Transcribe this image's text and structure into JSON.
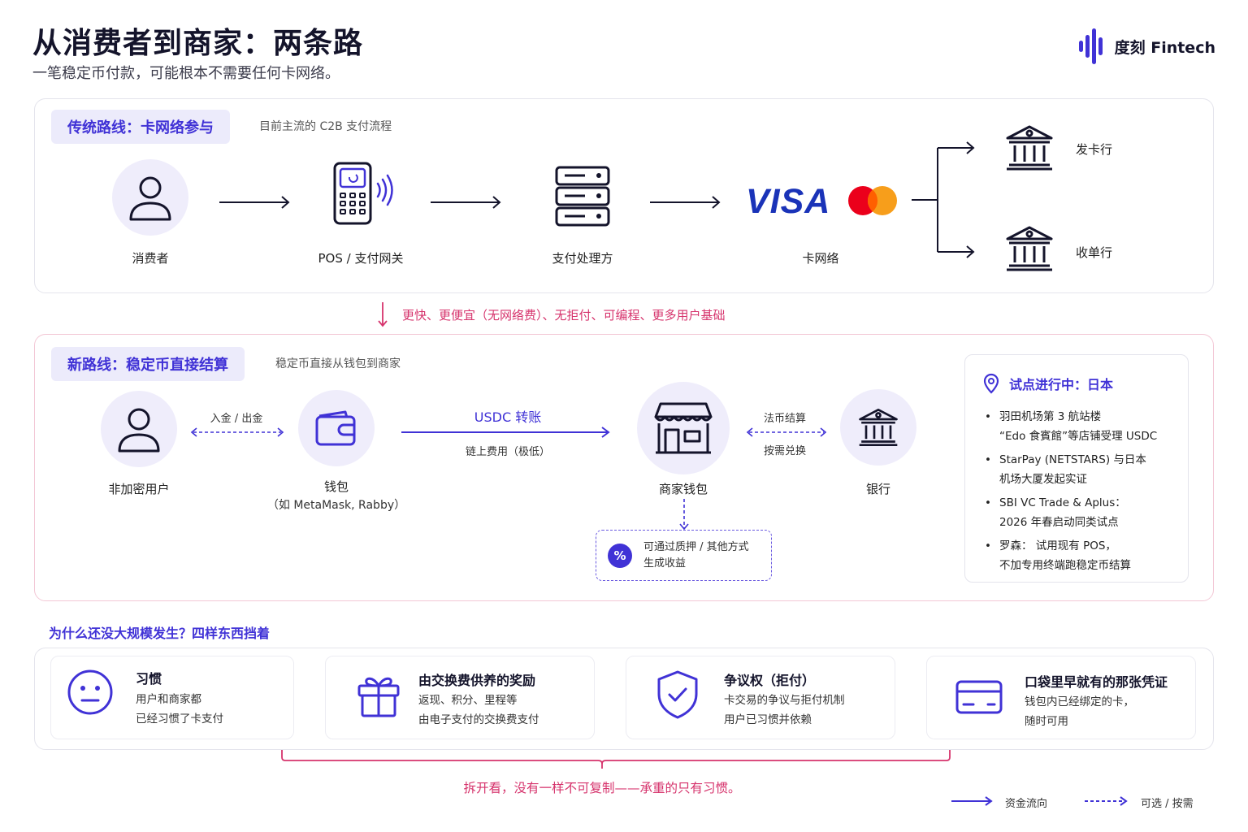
{
  "header": {
    "title": "从消费者到商家：两条路",
    "subtitle": "一笔稳定币付款，可能根本不需要任何卡网络。",
    "brand": "度刻 Fintech"
  },
  "traditional": {
    "tag": "传统路线：卡网络参与",
    "note": "目前主流的 C2B 支付流程",
    "nodes": {
      "consumer": "消费者",
      "pos": "POS / 支付网关",
      "processor": "支付处理方",
      "network": "卡网络"
    },
    "visa_logo": "VISA",
    "banks": {
      "issuer": "发卡行",
      "acquirer": "收单行"
    }
  },
  "transition": "更快、更便宜（无网络费）、无拒付、可编程、更多用户基础",
  "newroute": {
    "tag": "新路线：稳定币直接结算",
    "note": "稳定币直接从钱包到商家",
    "user": "非加密用户",
    "onramp": "入金 / 出金",
    "wallet": "钱包",
    "wallet_note": "（如 MetaMask, Rabby）",
    "transfer": "USDC 转账",
    "fee": "链上费用（极低）",
    "merchant": "商家钱包",
    "fiat": "法币结算",
    "exchange": "按需兑换",
    "bank": "银行",
    "yield": {
      "badge": "%",
      "line1": "可通过质押 / 其他方式",
      "line2": "生成收益"
    }
  },
  "pilot": {
    "title": "试点进行中：日本",
    "items": [
      {
        "l1": "羽田机场第 3 航站楼",
        "l2": "“Edo 食賓館”等店铺受理 USDC"
      },
      {
        "l1": "StarPay (NETSTARS) 与日本",
        "l2": "机场大厦发起实证"
      },
      {
        "l1": "SBI VC Trade & Aplus：",
        "l2": "2026 年春启动同类试点"
      },
      {
        "l1": "罗森： 试用现有 POS，",
        "l2": "不加专用终端跑稳定币结算"
      }
    ]
  },
  "barriers": {
    "heading": "为什么还没大规模发生？四样东西挡着",
    "cards": [
      {
        "title": "习惯",
        "l1": "用户和商家都",
        "l2": "已经习惯了卡支付"
      },
      {
        "title": "由交换费供养的奖励",
        "l1": "返现、积分、里程等",
        "l2": "由电子支付的交换费支付"
      },
      {
        "title": "争议权（拒付）",
        "l1": "卡交易的争议与拒付机制",
        "l2": "用户已习惯并依赖"
      },
      {
        "title": "口袋里早就有的那张凭证",
        "l1": "钱包内已经绑定的卡，",
        "l2": "随时可用"
      }
    ],
    "conclusion": "拆开看，没有一样不可复制——承重的只有习惯。"
  },
  "legend": {
    "flow": "资金流向",
    "optional": "可选 / 按需"
  },
  "colors": {
    "primary": "#4032d6",
    "accent": "#d6336c",
    "tag_bg": "#ecebfb",
    "node_bg": "#efedfb"
  }
}
